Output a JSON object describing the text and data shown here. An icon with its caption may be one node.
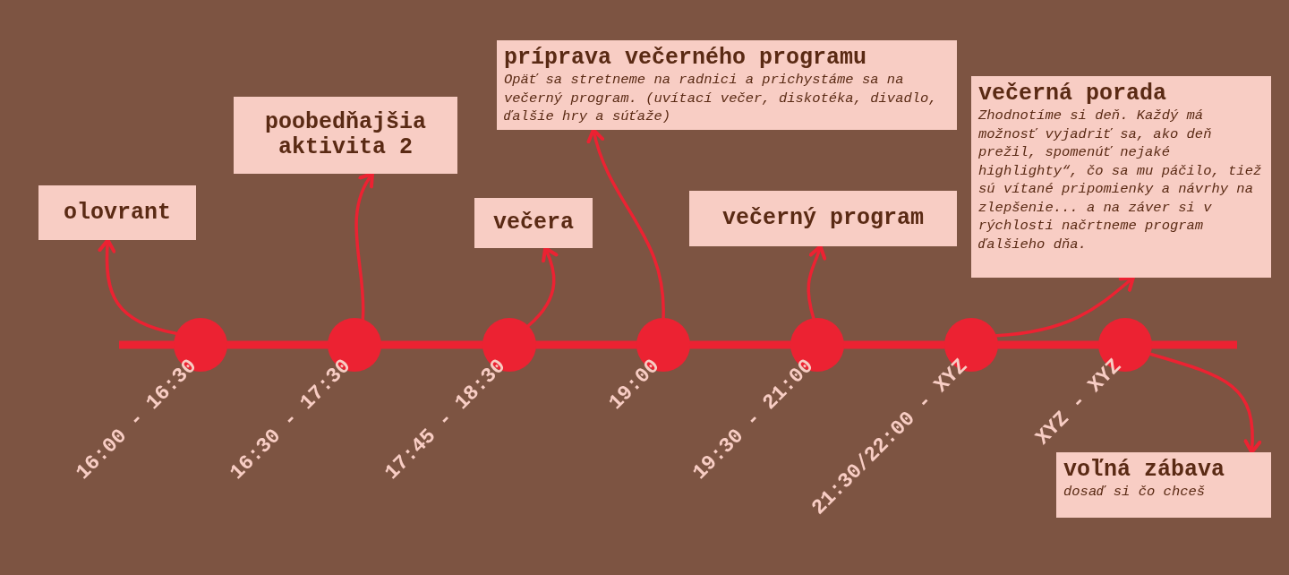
{
  "diagram": {
    "nodes": [
      {
        "text": [
          "olovrant"
        ]
      },
      {
        "text": [
          "poobedňajšia aktivita 2"
        ]
      },
      {
        "text": [
          "večera"
        ]
      },
      {
        "text": [
          "príprava večerného programu",
          "Opäť sa stretneme na radnici a prichystáme sa na večerný program. (uvítací večer, diskotéka, divadlo, ďalšie hry a súťaže)"
        ]
      },
      {
        "text": [
          "večerný program"
        ]
      },
      {
        "text": [
          "večerná porada",
          "Zhodnotíme si deň. Každý má možnosť vyjadriť sa, ako deň prežil, spomenúť nejaké highlighty“, čo sa mu páčilo, tiež sú vítané pripomienky a návrhy na zlepšenie... a na záver si v rýchlosti načrtneme program ďalšieho dňa."
        ]
      },
      {
        "text": [
          "voľná zábava",
          "dosaď si čo chceš"
        ]
      },
      {
        "text": [],
        "shape": "circle",
        "beside": [
          "16:00 - 16:30"
        ]
      },
      {
        "text": [],
        "shape": "circle",
        "beside": [
          "16:30 - 17:30"
        ]
      },
      {
        "text": [],
        "shape": "circle",
        "beside": [
          "17:45 - 18:30"
        ]
      },
      {
        "text": [],
        "shape": "circle",
        "beside": [
          "19:00"
        ]
      },
      {
        "text": [],
        "shape": "circle",
        "beside": [
          "19:30 - 21:00"
        ]
      },
      {
        "text": [],
        "shape": "circle",
        "beside": [
          "21:30/22:00 - XYZ"
        ]
      },
      {
        "text": [],
        "shape": "circle",
        "beside": [
          "XYZ - XYZ"
        ]
      }
    ],
    "edges": [
      {
        "from": 7,
        "to": 0,
        "arrow": "to"
      },
      {
        "from": 8,
        "to": 1,
        "arrow": "to"
      },
      {
        "from": 9,
        "to": 2,
        "arrow": "to"
      },
      {
        "from": 10,
        "to": 3,
        "arrow": "to"
      },
      {
        "from": 11,
        "to": 4,
        "arrow": "to"
      },
      {
        "from": 12,
        "to": 5,
        "arrow": "to"
      },
      {
        "from": 13,
        "to": 6,
        "arrow": "to"
      }
    ]
  }
}
